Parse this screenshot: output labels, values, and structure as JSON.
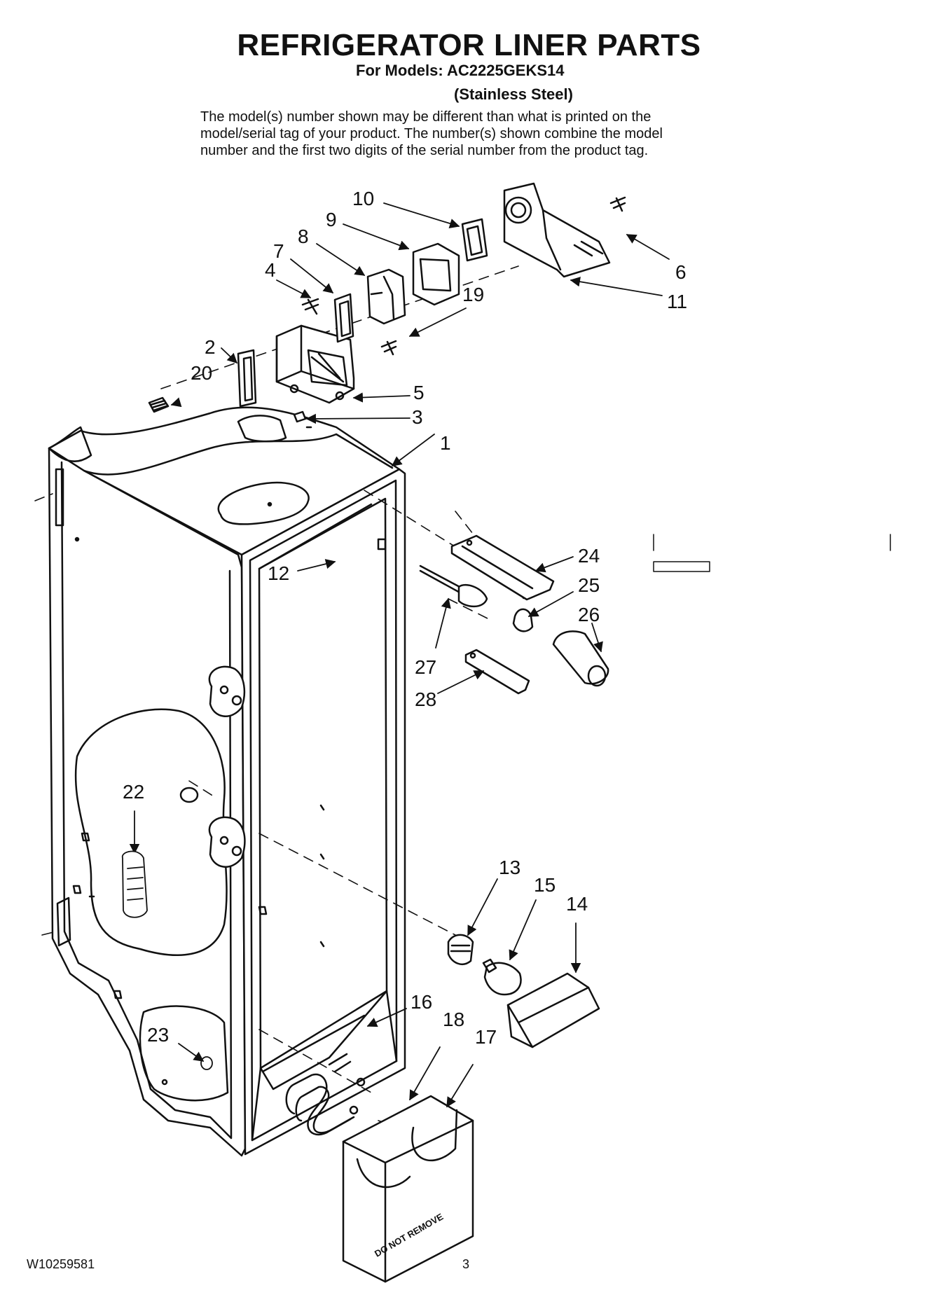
{
  "header": {
    "title": "REFRIGERATOR LINER PARTS",
    "models": "For Models: AC2225GEKS14",
    "finish": "(Stainless Steel)",
    "disclaimer": [
      "The model(s) number shown may be different than what is printed on the",
      "model/serial tag of your product. The number(s) shown combine the model",
      "number and the first two digits of the serial number from the product tag."
    ]
  },
  "parts": [
    "1",
    "2",
    "3",
    "4",
    "5",
    "6",
    "7",
    "8",
    "9",
    "10",
    "11",
    "12",
    "13",
    "14",
    "15",
    "16",
    "17",
    "18",
    "19",
    "20",
    "22",
    "23",
    "24",
    "25",
    "26",
    "27",
    "28"
  ],
  "bin_label": "DO NOT REMOVE",
  "footer": {
    "doc_id": "W10259581",
    "page": "3"
  }
}
